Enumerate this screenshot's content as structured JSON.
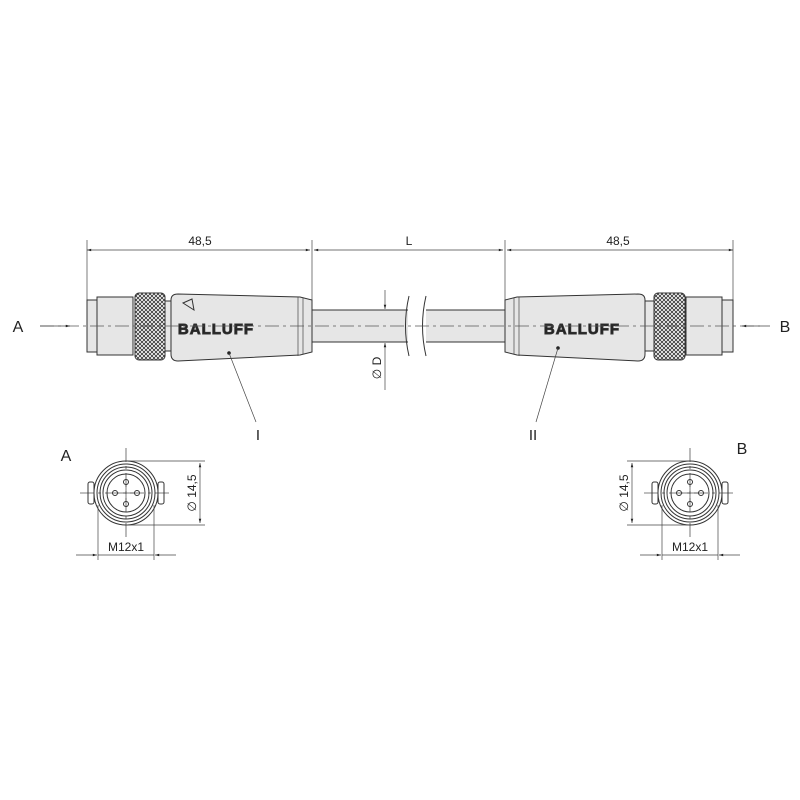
{
  "drawing": {
    "dimensions": {
      "left_length": "48,5",
      "cable_length": "L",
      "right_length": "48,5",
      "cable_diameter": "∅ D"
    },
    "end_labels": {
      "a": "A",
      "b": "B"
    },
    "brand_left": "BALLUFF",
    "brand_right": "BALLUFF",
    "callouts": {
      "left": "I",
      "right": "II"
    },
    "end_view_a": {
      "label": "A",
      "diameter": "∅ 14,5",
      "thread": "M12x1"
    },
    "end_view_b": {
      "label": "B",
      "diameter": "∅ 14,5",
      "thread": "M12x1"
    }
  }
}
